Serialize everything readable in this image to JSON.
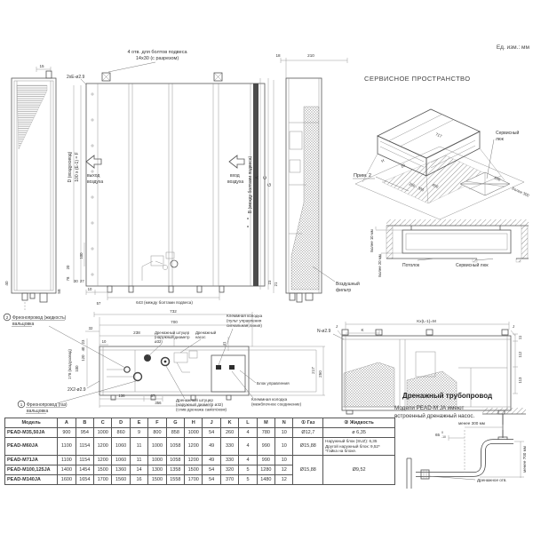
{
  "meta": {
    "units_label": "Ед. изм.: мм"
  },
  "left_side_view": {
    "dim_top": "15",
    "dim_bottom_left": "40",
    "dim_bottom_right": "58"
  },
  "front_view": {
    "bolt_note_l1": "4 отв. для болтов подвеса",
    "bolt_note_l2": "14x30 (с разрезом)",
    "holes_label": "2xE-ø2.9",
    "duct_label": "D (воздуховод)",
    "pitch_formula": "100 x (E-1) = F",
    "air_out_l1": "выход",
    "air_out_l2": "воздуха",
    "air_in_l1": "вход",
    "air_in_l2": "воздуха",
    "bolts_span_label": "B (между болтами подвеса)",
    "dim_a": "A",
    "dim_c": "C",
    "dim_23": "23",
    "dim_100": "100",
    "dim_20": "20",
    "dim_78": "78",
    "dim_30": "30",
    "dim_27": "27",
    "dim_10": "10",
    "dim_57": "57",
    "dim_bolts": "643 (между болтами подвеса)"
  },
  "right_side_view": {
    "dim_18": "18",
    "dim_210": "210",
    "dim_g": "G",
    "dim_21": "21",
    "filter_l1": "Воздушный",
    "filter_l2": "фильтр"
  },
  "service_space": {
    "title": "СЕРВИСНОЕ ПРОСТРАНСТВО",
    "note": "Прим. 2",
    "dim_h": "H",
    "dim_10": "10",
    "dim_250_300": "250 - 300",
    "dim_450": "450",
    "dim_630": "630",
    "dim_more_300": "Более 300",
    "dim_717": "717",
    "hatch_l1": "Сервисный",
    "hatch_l2": "люк"
  },
  "ceiling_section": {
    "gap_top": "Более 10 мм",
    "gap_bottom": "Более 20 мм",
    "ceiling_label": "Потолок",
    "hatch_label": "Сервисный люк"
  },
  "connections_view": {
    "callout2_num": "2",
    "callout2_l1": "Фреонопровод (жидкость)",
    "callout2_l2": "вальцовка",
    "callout1_num": "1",
    "callout1_l1": "Фреонопровод (газ)",
    "callout1_l2": "вальцовка",
    "holes_label": "2X2-ø2.9",
    "dim_732": "732",
    "dim_700": "700",
    "dim_238": "238",
    "dim_32": "32",
    "dim_10": "10",
    "dim_23": "23",
    "dim_40": "40",
    "dim_120": "120",
    "dim_100": "100",
    "duct_label": "178 (воздуховод)",
    "dim_41": "41",
    "dim_217": "217",
    "dim_250": "250",
    "dim_136": "136",
    "dim_67": "67",
    "dim_356": "356",
    "drain_top_l1": "Дренажный штуцер",
    "drain_top_l2": "(наружный диаметр",
    "drain_top_l3": "ø32)",
    "pump_l1": "Дренажный",
    "pump_l2": "насос",
    "terminal_remote_l1": "Клеммная колодка",
    "terminal_remote_l2": "(пульт управления",
    "terminal_remote_l3": "сигнальная линия)",
    "control_box": "Блок управления",
    "terminal_inter_l1": "Клеммная колодка",
    "terminal_inter_l2": "(межблочное соединение)",
    "drain_bottom_l1": "Дренажный штуцер",
    "drain_bottom_l2": "(наружный диаметр ø32)",
    "drain_bottom_l3": "(слив дренажа самотёком)"
  },
  "bottom_holes_view": {
    "holes_label": "N-ø2.9",
    "formula": "Kx(L-1)=M",
    "dim_k": "K",
    "dim_j_left": "J",
    "dim_j_right": "J",
    "dim_11": "11",
    "dim_112": "112",
    "dim_113": "113"
  },
  "drain_piping": {
    "title": "Дренажный трубопровод",
    "note_l1": "Модели PEAD-M JA имеют",
    "note_l2": "встроенный дренажный насос.",
    "dim_less300": "менее 300 мм",
    "dim_65": "65",
    "tol_top": "0",
    "tol_bottom": "-10",
    "dim_less700": "менее 700 мм",
    "hole_label": "Дренажное отв."
  },
  "table": {
    "headers": [
      "Модель",
      "A",
      "B",
      "C",
      "D",
      "E",
      "F",
      "G",
      "H",
      "J",
      "K",
      "L",
      "M",
      "N",
      "① Газ",
      "② Жидкость"
    ],
    "rows": [
      {
        "model": "PEAD-M35,50JA",
        "values": [
          "900",
          "954",
          "1000",
          "860",
          "9",
          "800",
          "858",
          "1000",
          "54",
          "260",
          "4",
          "780",
          "10"
        ],
        "gas": "Ø12,7",
        "liquid": "ø 6,35"
      },
      {
        "model": "PEAD-M60JA",
        "values": [
          "1100",
          "1154",
          "1200",
          "1060",
          "11",
          "1000",
          "1058",
          "1200",
          "49",
          "330",
          "4",
          "990",
          "10"
        ],
        "gas": "Ø15,88",
        "liquid_lines": [
          "Наружный блок (SUZ): 6,35",
          "Другой наружный блок: 9,52*",
          "*Гайка на блоке."
        ]
      },
      {
        "model": "PEAD-M71JA",
        "values": [
          "1100",
          "1154",
          "1200",
          "1060",
          "11",
          "1000",
          "1058",
          "1200",
          "49",
          "330",
          "4",
          "990",
          "10"
        ],
        "gas": "Ø15,88",
        "gas_rowspan": 3,
        "liquid": "Ø9,52",
        "liquid_rowspan": 3
      },
      {
        "model": "PEAD-M100,125JA",
        "values": [
          "1400",
          "1454",
          "1500",
          "1360",
          "14",
          "1300",
          "1358",
          "1500",
          "54",
          "320",
          "5",
          "1280",
          "12"
        ]
      },
      {
        "model": "PEAD-M140JA",
        "values": [
          "1600",
          "1654",
          "1700",
          "1560",
          "16",
          "1500",
          "1558",
          "1700",
          "54",
          "370",
          "5",
          "1480",
          "12"
        ]
      }
    ]
  }
}
